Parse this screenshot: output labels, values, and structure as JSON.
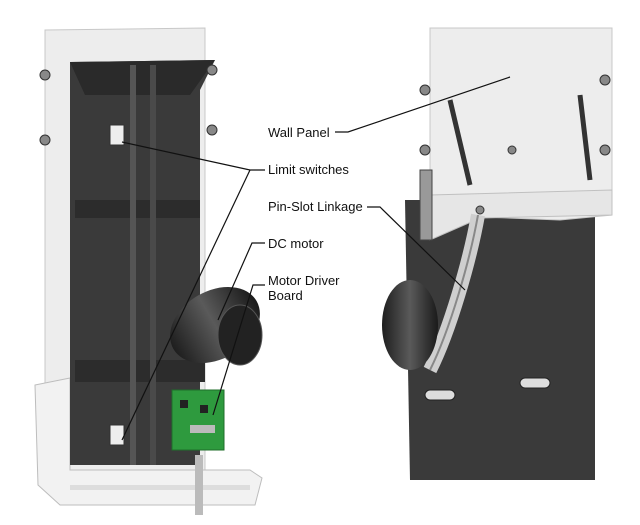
{
  "labels": {
    "wall_panel": "Wall Panel",
    "limit_switches": "Limit switches",
    "pin_slot_linkage": "Pin-Slot Linkage",
    "dc_motor": "DC motor",
    "motor_driver_board_line1": "Motor Driver",
    "motor_driver_board_line2": "Board"
  },
  "colors": {
    "panel": "#ececec",
    "frame": "#3a3a3a",
    "board": "#2e9a3e",
    "motor": "#2b2b2b",
    "leader": "#111111"
  }
}
